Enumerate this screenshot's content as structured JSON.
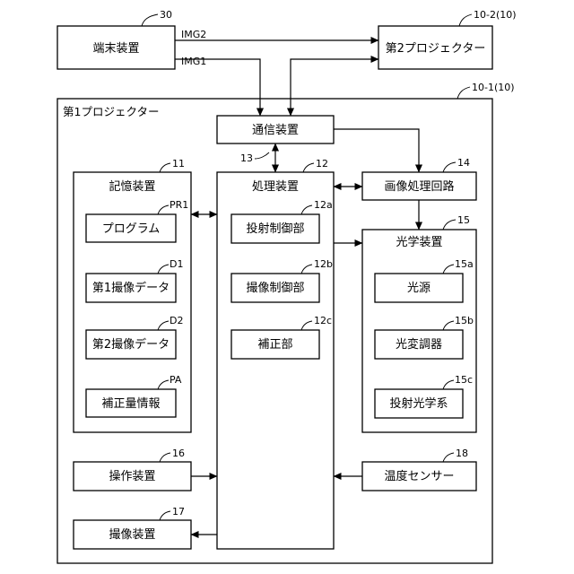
{
  "colors": {
    "line": "#000000",
    "background": "#ffffff"
  },
  "refs": {
    "terminal": "30",
    "second_projector": "10-2(10)",
    "first_projector": "10-1(10)",
    "storage": "11",
    "processing": "12",
    "comm": "13",
    "image_circuit": "14",
    "optical": "15",
    "operation": "16",
    "imaging": "17",
    "temp_sensor": "18",
    "projection_control": "12a",
    "imaging_control": "12b",
    "correction": "12c",
    "program": "PR1",
    "first_capture": "D1",
    "second_capture": "D2",
    "correction_info": "PA",
    "light_source": "15a",
    "light_modulator": "15b",
    "projection_optics": "15c"
  },
  "labels": {
    "terminal": "端末装置",
    "second_projector": "第2プロジェクター",
    "first_projector": "第1プロジェクター",
    "comm_device": "通信装置",
    "storage": "記憶装置",
    "processing": "処理装置",
    "image_circuit": "画像処理回路",
    "optical": "光学装置",
    "program": "プログラム",
    "first_capture": "第1撮像データ",
    "second_capture": "第2撮像データ",
    "correction_info": "補正量情報",
    "projection_control": "投射制御部",
    "imaging_control": "撮像制御部",
    "correction": "補正部",
    "light_source": "光源",
    "light_modulator": "光変調器",
    "projection_optics": "投射光学系",
    "operation": "操作装置",
    "imaging": "撮像装置",
    "temp_sensor": "温度センサー"
  },
  "signals": {
    "img2": "IMG2",
    "img1": "IMG1"
  }
}
